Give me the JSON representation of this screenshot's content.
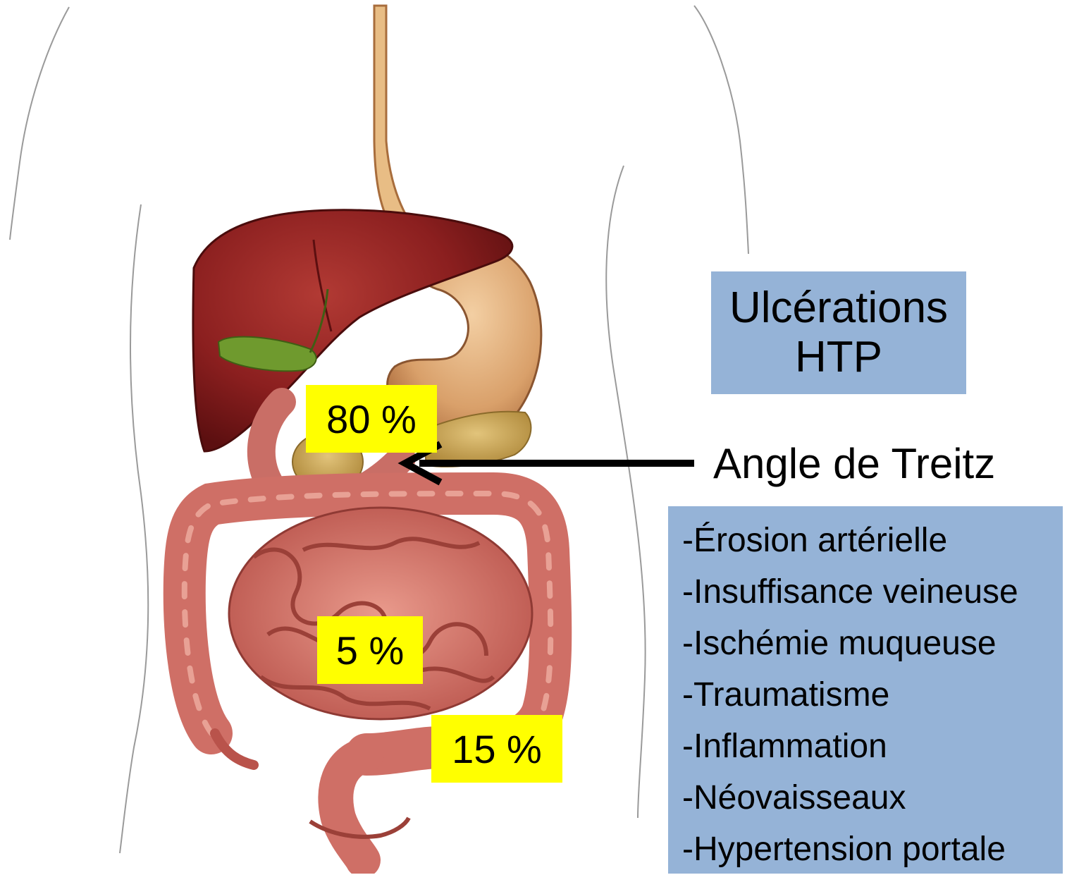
{
  "labels": {
    "upper": "80 %",
    "middle": "5 %",
    "lower": "15 %"
  },
  "title_box": {
    "line1": "Ulcérations",
    "line2": "HTP"
  },
  "arrow_label": "Angle de Treitz",
  "causes": [
    "-Érosion artérielle",
    "-Insuffisance veineuse",
    "-Ischémie muqueuse",
    "-Traumatisme",
    "-Inflammation",
    "-Néovaisseaux",
    "-Hypertension portale"
  ],
  "colors": {
    "highlight": "#ffff00",
    "box_fill": "#95b3d7",
    "liver": "#8b1f1f",
    "stomach": "#e2b07f",
    "intestine": "#d9786e",
    "gallbladder": "#6f9a2e",
    "pancreas": "#cfa85a",
    "esophagus": "#e8bd85"
  }
}
